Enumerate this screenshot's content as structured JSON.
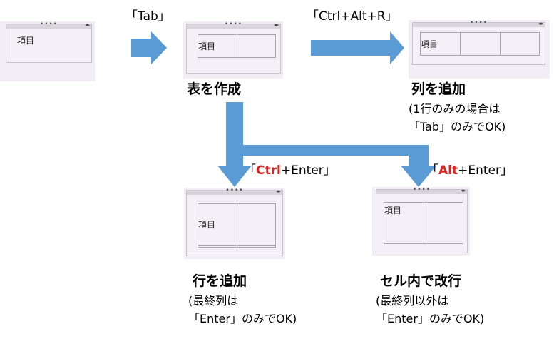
{
  "colors": {
    "arrow": "#5b9bd5",
    "accent_key": "#e0201a",
    "panel": "#f3eef5"
  },
  "cell_text": "項目",
  "keys": {
    "tab": "「Tab」",
    "ctrl_alt_r": "「Ctrl+Alt+R」",
    "ctrl_enter": {
      "open": "「",
      "key": "Ctrl",
      "rest": "+Enter」"
    },
    "alt_enter": {
      "open": "「",
      "key": "Alt",
      "rest": "+Enter」"
    }
  },
  "steps": {
    "create_table": {
      "title": "表を作成"
    },
    "add_column": {
      "title": "列を追加",
      "note_line1": "(1行のみの場合は",
      "note_line2": "「Tab」のみでOK)"
    },
    "add_row": {
      "title": "行を追加",
      "note_line1": "(最終列は",
      "note_line2": "「Enter」のみでOK)"
    },
    "newline_in_cell": {
      "title": "セル内で改行",
      "note_line1": "(最終列以外は",
      "note_line2": "「Enter」のみでOK)"
    }
  },
  "grip": {
    "dots": "••••",
    "arrows": "◂▸"
  }
}
